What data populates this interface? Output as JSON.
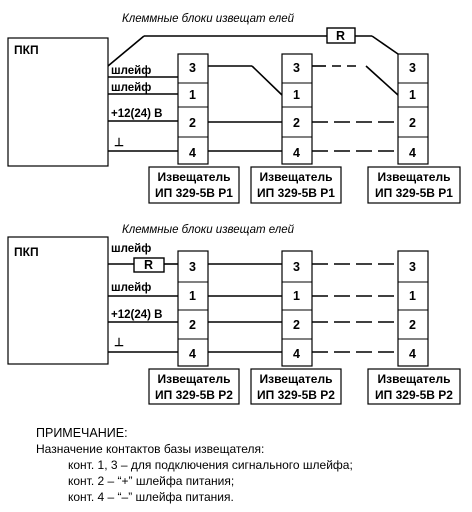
{
  "top": {
    "caption": "Клеммные блоки извещат елей",
    "panel_label": "ПКП",
    "wire_labels": [
      "шлейф",
      "шлейф",
      "+12(24) В"
    ],
    "resistor_label": "R",
    "terminals": [
      "3",
      "1",
      "2",
      "4"
    ],
    "detectors": [
      {
        "line1": "Извещатель",
        "line2": "ИП 329-5В Р1"
      },
      {
        "line1": "Извещатель",
        "line2": "ИП 329-5В Р1"
      },
      {
        "line1": "Извещатель",
        "line2": "ИП 329-5В Р1"
      }
    ]
  },
  "bottom": {
    "caption": "Клеммные блоки извещат елей",
    "panel_label": "ПКП",
    "wire_labels": [
      "шлейф",
      "шлейф",
      "+12(24) В"
    ],
    "resistor_label": "R",
    "terminals": [
      "3",
      "1",
      "2",
      "4"
    ],
    "detectors": [
      {
        "line1": "Извещатель",
        "line2": "ИП 329-5В Р2"
      },
      {
        "line1": "Извещатель",
        "line2": "ИП 329-5В Р2"
      },
      {
        "line1": "Извещатель",
        "line2": "ИП 329-5В Р2"
      }
    ]
  },
  "note": {
    "title": "ПРИМЕЧАНИЕ:",
    "lines": [
      "Назначение контактов базы извещателя:",
      "конт. 1, 3 – для подключения сигнального шлейфа;",
      "конт. 2 – “+” шлейфа питания;",
      "конт. 4 – “–” шлейфа питания."
    ]
  }
}
